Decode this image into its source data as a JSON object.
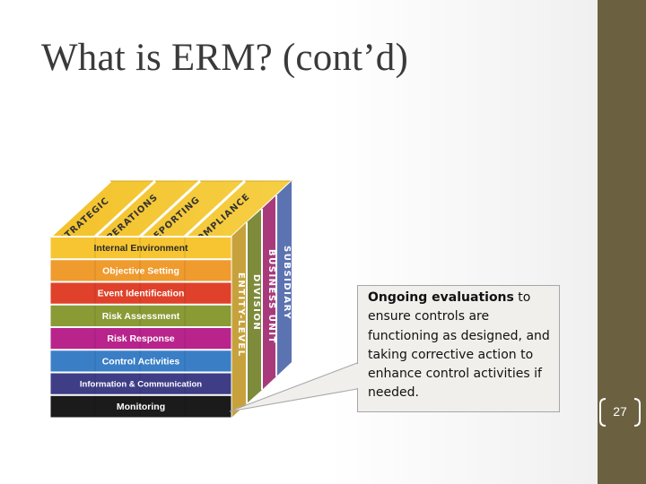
{
  "slide": {
    "title": "What is ERM? (cont’d)",
    "page_number": "27"
  },
  "cube": {
    "top_labels": [
      "STRATEGIC",
      "OPERATIONS",
      "REPORTING",
      "COMPLIANCE"
    ],
    "front_rows": [
      {
        "label": "Internal Environment",
        "color": "#f6c531"
      },
      {
        "label": "Objective Setting",
        "color": "#ef9b2e"
      },
      {
        "label": "Event Identification",
        "color": "#e0412a"
      },
      {
        "label": "Risk Assessment",
        "color": "#8a9a35"
      },
      {
        "label": "Risk Response",
        "color": "#b8248c"
      },
      {
        "label": "Control Activities",
        "color": "#3a7fc6"
      },
      {
        "label": "Information & Communication",
        "color": "#3e3d86"
      },
      {
        "label": "Monitoring",
        "color": "#1b1b1b"
      }
    ],
    "side_labels": [
      "SUBSIDIARY",
      "BUSINESS UNIT",
      "DIVISION",
      "ENTITY-LEVEL"
    ]
  },
  "callout": {
    "bold_text": "Ongoing evaluations",
    "rest_text": " to ensure controls are functioning as designed, and taking corrective action to enhance control activities if needed."
  }
}
